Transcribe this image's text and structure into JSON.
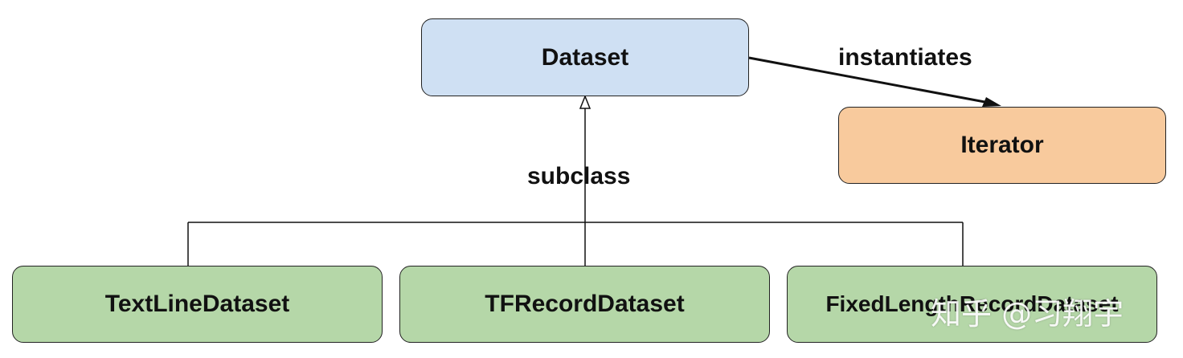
{
  "nodes": {
    "dataset": {
      "label": "Dataset",
      "color": "#cfe0f3"
    },
    "iterator": {
      "label": "Iterator",
      "color": "#f8ca9d"
    },
    "textline": {
      "label": "TextLineDataset",
      "color": "#b5d7a8"
    },
    "tfrecord": {
      "label": "TFRecordDataset",
      "color": "#b5d7a8"
    },
    "fixedlength": {
      "label": "FixedLengthRecordDataset",
      "color": "#b5d7a8"
    }
  },
  "edges": {
    "instantiates": {
      "label": "instantiates"
    },
    "subclass": {
      "label": "subclass"
    }
  },
  "watermark": {
    "text": "知乎 @习翔宇"
  }
}
